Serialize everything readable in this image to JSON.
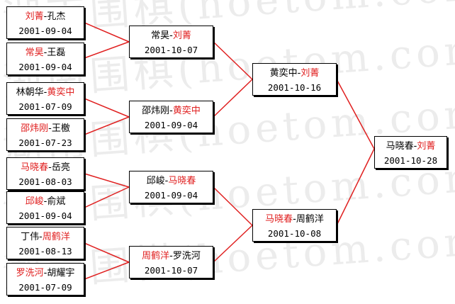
{
  "watermark": [
    "湖南围棋(hoetom.com)",
    "湖南围棋(hoetom.com)",
    "湖南围棋(hoetom.com)",
    "湖南围棋(hoetom.com)",
    "湖南围棋(hoetom.com)"
  ],
  "colors": {
    "winner": "#e02020",
    "line": "#e02020",
    "box_border": "#000000"
  },
  "rounds": {
    "r1": [
      {
        "p1": "刘菁",
        "p2": "孔杰",
        "winner": 1,
        "date": "2001-09-04"
      },
      {
        "p1": "常昊",
        "p2": "王磊",
        "winner": 1,
        "date": "2001-09-04"
      },
      {
        "p1": "林朝华",
        "p2": "黄奕中",
        "winner": 2,
        "date": "2001-07-09"
      },
      {
        "p1": "邵炜刚",
        "p2": "王檄",
        "winner": 1,
        "date": "2001-07-23"
      },
      {
        "p1": "马晓春",
        "p2": "岳亮",
        "winner": 1,
        "date": "2001-08-03"
      },
      {
        "p1": "邱峻",
        "p2": "俞斌",
        "winner": 1,
        "date": "2001-09-04"
      },
      {
        "p1": "丁伟",
        "p2": "周鹤洋",
        "winner": 2,
        "date": "2001-08-13"
      },
      {
        "p1": "罗洗河",
        "p2": "胡耀宇",
        "winner": 1,
        "date": "2001-07-09"
      }
    ],
    "r2": [
      {
        "p1": "常昊",
        "p2": "刘菁",
        "winner": 2,
        "date": "2001-10-07"
      },
      {
        "p1": "邵炜刚",
        "p2": "黄奕中",
        "winner": 2,
        "date": "2001-09-04"
      },
      {
        "p1": "邱峻",
        "p2": "马晓春",
        "winner": 2,
        "date": "2001-09-04"
      },
      {
        "p1": "周鹤洋",
        "p2": "罗洗河",
        "winner": 1,
        "date": "2001-10-07"
      }
    ],
    "r3": [
      {
        "p1": "黄奕中",
        "p2": "刘菁",
        "winner": 2,
        "date": "2001-10-16"
      },
      {
        "p1": "马晓春",
        "p2": "周鹤洋",
        "winner": 1,
        "date": "2001-10-08"
      }
    ],
    "final": [
      {
        "p1": "马晓春",
        "p2": "刘菁",
        "winner": 2,
        "date": "2001-10-28"
      }
    ]
  }
}
